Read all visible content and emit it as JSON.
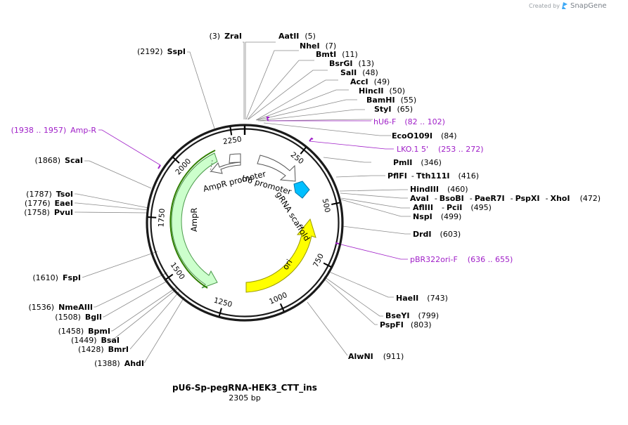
{
  "brand": {
    "created_by": "Created by",
    "name": "SnapGene"
  },
  "plasmid": {
    "name": "pU6-Sp-pegRNA-HEK3_CTT_ins",
    "length_label": "2305 bp",
    "length": 2305
  },
  "ticks": [
    {
      "pos": 250,
      "label": "250"
    },
    {
      "pos": 500,
      "label": "500"
    },
    {
      "pos": 750,
      "label": "750"
    },
    {
      "pos": 1000,
      "label": "1000"
    },
    {
      "pos": 1250,
      "label": "1250"
    },
    {
      "pos": 1500,
      "label": "1500"
    },
    {
      "pos": 1750,
      "label": "1750"
    },
    {
      "pos": 2000,
      "label": "2000"
    },
    {
      "pos": 2250,
      "label": "2250"
    }
  ],
  "features": [
    {
      "name": "AmpR promoter",
      "color": "#ffffff",
      "stroke": "#555555"
    },
    {
      "name": "U6 promoter",
      "color": "#ffffff",
      "stroke": "#555555"
    },
    {
      "name": "gRNA scaffold",
      "color": "#00bfff",
      "stroke": "#0077aa"
    },
    {
      "name": "ori",
      "color": "#ffff00",
      "stroke": "#999900"
    },
    {
      "name": "AmpR",
      "color": "#ccffcc",
      "stroke": "#4c9a4c"
    }
  ],
  "primers": [
    {
      "name": "hU6-F",
      "range": "(82 .. 102)",
      "color": "#a020c8"
    },
    {
      "name": "LKO.1 5'",
      "range": "(253 .. 272)",
      "color": "#a020c8"
    },
    {
      "name": "pBR322ori-F",
      "range": "(636 .. 655)",
      "color": "#a020c8"
    },
    {
      "name": "Amp-R",
      "range": "(1938 .. 1957)",
      "color": "#a020c8"
    }
  ],
  "sites_right": [
    {
      "name": "AatII",
      "pos": "(5)"
    },
    {
      "name": "NheI",
      "pos": "(7)"
    },
    {
      "name": "BmtI",
      "pos": "(11)"
    },
    {
      "name": "BsrGI",
      "pos": "(13)"
    },
    {
      "name": "SalI",
      "pos": "(48)"
    },
    {
      "name": "AccI",
      "pos": "(49)"
    },
    {
      "name": "HincII",
      "pos": "(50)"
    },
    {
      "name": "BamHI",
      "pos": "(55)"
    },
    {
      "name": "StyI",
      "pos": "(65)"
    },
    {
      "name": "EcoO109I",
      "pos": "(84)"
    },
    {
      "name": "PmlI",
      "pos": "(346)"
    },
    {
      "name": "PflFI",
      "sep": "-",
      "name2": "Tth111I",
      "pos": "(416)"
    },
    {
      "name": "HindIII",
      "pos": "(460)"
    },
    {
      "name": "AvaI",
      "sep": "-",
      "name2": "BsoBI",
      "sep2": "-",
      "name3": "PaeR7I",
      "sep3": "-",
      "name4": "PspXI",
      "sep4": "-",
      "name5": "XhoI",
      "pos": "(472)"
    },
    {
      "name": "AflIII",
      "sep": "-",
      "name2": "PciI",
      "pos": "(495)"
    },
    {
      "name": "NspI",
      "pos": "(499)"
    },
    {
      "name": "DrdI",
      "pos": "(603)"
    },
    {
      "name": "HaeII",
      "pos": "(743)"
    },
    {
      "name": "BseYI",
      "pos": "(799)"
    },
    {
      "name": "PspFI",
      "pos": "(803)"
    },
    {
      "name": "AlwNI",
      "pos": "(911)"
    }
  ],
  "sites_left": [
    {
      "name": "ZraI",
      "pos": "(3)"
    },
    {
      "name": "SspI",
      "pos": "(2192)"
    },
    {
      "name": "ScaI",
      "pos": "(1868)"
    },
    {
      "name": "TsoI",
      "pos": "(1787)"
    },
    {
      "name": "EaeI",
      "pos": "(1776)"
    },
    {
      "name": "PvuI",
      "pos": "(1758)"
    },
    {
      "name": "FspI",
      "pos": "(1610)"
    },
    {
      "name": "NmeAIII",
      "pos": "(1536)"
    },
    {
      "name": "BglI",
      "pos": "(1508)"
    },
    {
      "name": "BpmI",
      "pos": "(1458)"
    },
    {
      "name": "BsaI",
      "pos": "(1449)"
    },
    {
      "name": "BmrI",
      "pos": "(1428)"
    },
    {
      "name": "AhdI",
      "pos": "(1388)"
    }
  ]
}
